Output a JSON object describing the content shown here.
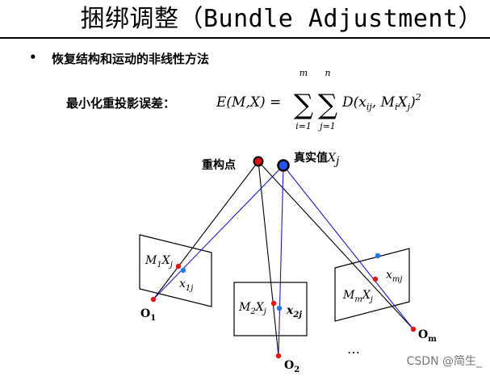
{
  "title": "捆绑调整（Bundle Adjustment）",
  "bullet": {
    "marker": "•",
    "text": "恢复结构和运动的非线性方法"
  },
  "equation": {
    "label": "最小化重投影误差：",
    "lhs": "E(M,X) =",
    "sum1_upper": "m",
    "sum1_lower": "i=1",
    "sum2_upper": "n",
    "sum2_lower": "j=1",
    "sigma": "∑",
    "term_prefix": "D(x",
    "term_sub1": "ij",
    "term_mid": ", M",
    "term_sub2": "i",
    "term_X": "X",
    "term_sub3": "j",
    "term_close": ")",
    "term_sup": "2"
  },
  "diagram": {
    "reconstructed_point_label": "重构点",
    "true_point_label": "真实值",
    "true_point_math": "X",
    "true_point_sub": "j",
    "cameras": [
      {
        "proj_M": "M",
        "proj_M_sub": "1",
        "proj_X": "X",
        "proj_X_sub": "j",
        "obs": "x",
        "obs_sub": "1j",
        "center": "O",
        "center_sub": "1"
      },
      {
        "proj_M": "M",
        "proj_M_sub": "2",
        "proj_X": "X",
        "proj_X_sub": "j",
        "obs": "x",
        "obs_sub": "2j",
        "center": "O",
        "center_sub": "2"
      },
      {
        "proj_M": "M",
        "proj_M_sub": "m",
        "proj_X": "X",
        "proj_X_sub": "j",
        "obs": "x",
        "obs_sub": "mj",
        "center": "O",
        "center_sub": "m"
      }
    ],
    "ellipsis": "…"
  },
  "watermark": "CSDN @简生_",
  "colors": {
    "reprojection": "#ee1111",
    "observation": "#2266ee",
    "ray_black": "#000000",
    "ray_blue": "#1a1acc"
  }
}
